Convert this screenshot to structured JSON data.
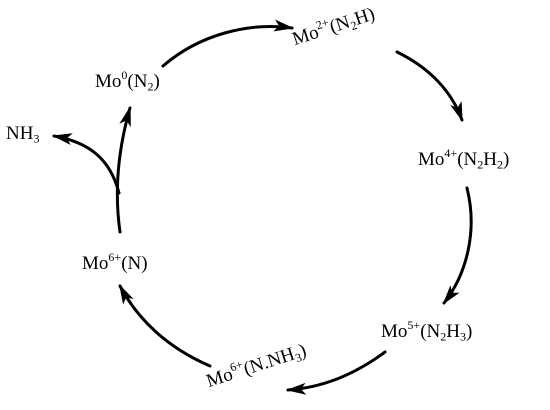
{
  "diagram": {
    "nodes": {
      "mo0_n2": {
        "el": "Mo",
        "ox": "0",
        "ligand": [
          "(N",
          {
            "sub": "2"
          },
          ")"
        ]
      },
      "mo2_n2h": {
        "el": "Mo",
        "ox": "2+",
        "ligand": [
          "(N",
          {
            "sub": "2"
          },
          "H)"
        ]
      },
      "mo4_n2h2": {
        "el": "Mo",
        "ox": "4+",
        "ligand": [
          "(N",
          {
            "sub": "2"
          },
          "H",
          {
            "sub": "2"
          },
          ")"
        ]
      },
      "mo5_n2h3": {
        "el": "Mo",
        "ox": "5+",
        "ligand": [
          "(N",
          {
            "sub": "2"
          },
          "H",
          {
            "sub": "3"
          },
          ")"
        ]
      },
      "mo6_n_nh3": {
        "el": "Mo",
        "ox": "6+",
        "ligand": [
          "(N.NH",
          {
            "sub": "3"
          },
          ")"
        ]
      },
      "mo6_n": {
        "el": "Mo",
        "ox": "6+",
        "ligand": [
          "(N)"
        ]
      }
    },
    "byproduct": {
      "formula": [
        "NH",
        {
          "sub": "3"
        }
      ]
    }
  }
}
